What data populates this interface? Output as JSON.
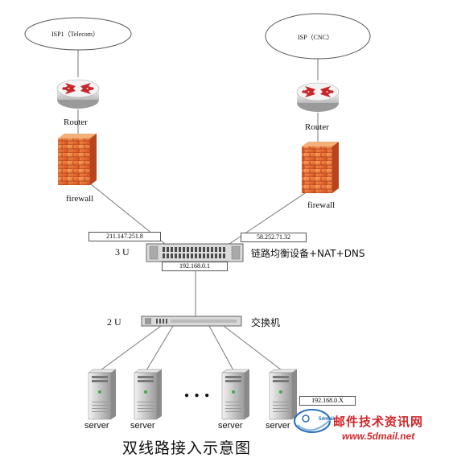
{
  "isp1": {
    "label": "ISP1（Telecom）"
  },
  "isp2": {
    "label": "ISP（CNC）"
  },
  "router_left": {
    "label": "Router"
  },
  "router_right": {
    "label": "Router"
  },
  "firewall_left": {
    "label": "firewall"
  },
  "firewall_right": {
    "label": "firewall"
  },
  "ip_left": "211.147.251.8",
  "ip_right": "58.252.71.32",
  "ip_lb_inner": "192.168.0.1",
  "ip_server": "192.168.0.X",
  "load_balancer": {
    "rack_units": "3 U",
    "label": "链路均衡设备+NAT+DNS"
  },
  "switch": {
    "rack_units": "2 U",
    "label": "交换机"
  },
  "servers": [
    {
      "label": "server"
    },
    {
      "label": "server"
    },
    {
      "label": "server"
    },
    {
      "label": "server"
    }
  ],
  "ellipsis": "● ● ●",
  "title": "双线路接入示意图",
  "watermark": {
    "cn": "邮件技术资讯网",
    "url": "www.5dmail.net",
    "logo_text": "5dmail"
  },
  "colors": {
    "firewall": "#e8662a",
    "router_arrow": "#c8262a",
    "line": "#777777",
    "watermark": "#d2262a"
  }
}
